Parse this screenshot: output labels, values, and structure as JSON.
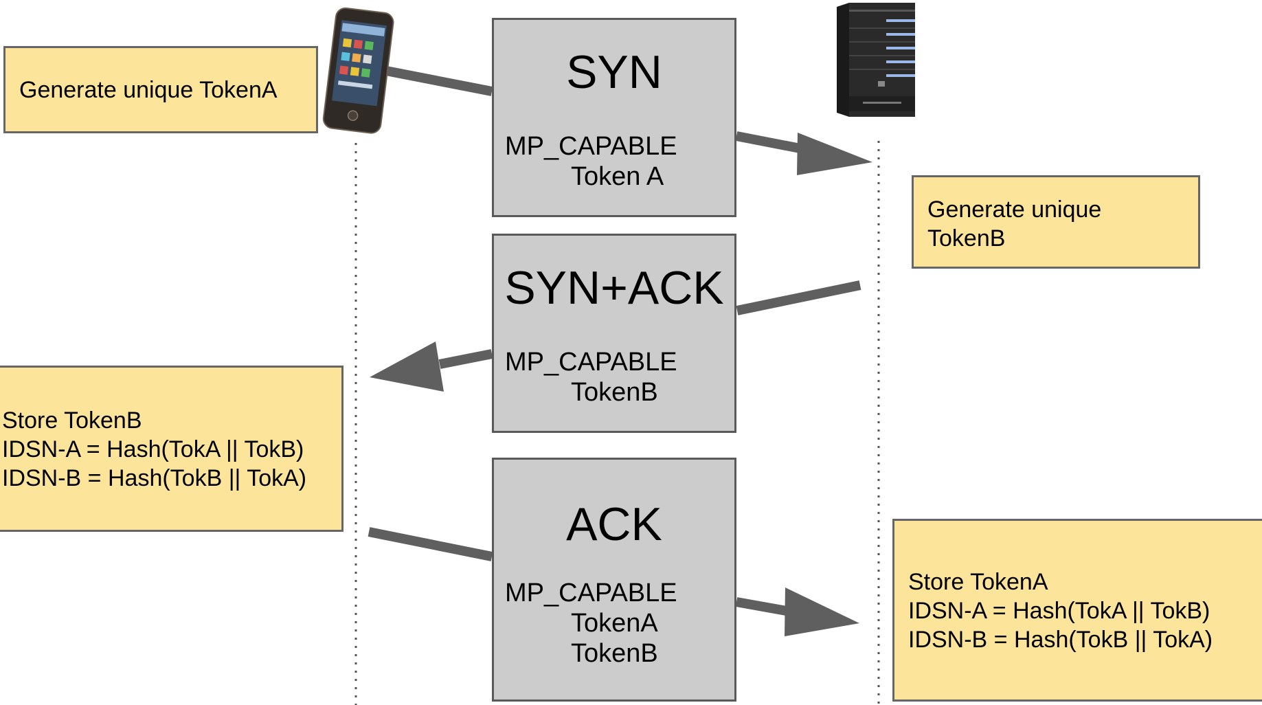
{
  "notes": {
    "client_generate": [
      "Generate unique TokenA"
    ],
    "server_generate": [
      "Generate unique",
      "TokenB"
    ],
    "client_store": [
      "Store TokenB",
      "IDSN-A = Hash(TokA || TokB)",
      "IDSN-B = Hash(TokB || TokA)"
    ],
    "server_store": [
      "Store TokenA",
      "IDSN-A = Hash(TokA || TokB)",
      "IDSN-B = Hash(TokB || TokA)"
    ]
  },
  "messages": {
    "syn": {
      "title": "SYN",
      "option": "MP_CAPABLE",
      "tokens": [
        "Token A"
      ]
    },
    "synack": {
      "title": "SYN+ACK",
      "option": "MP_CAPABLE",
      "tokens": [
        "TokenB"
      ]
    },
    "ack": {
      "title": "ACK",
      "option": "MP_CAPABLE",
      "tokens": [
        "TokenA",
        "TokenB"
      ]
    }
  },
  "icons": {
    "client": "smartphone-icon",
    "server": "server-tower-icon"
  },
  "colors": {
    "note_fill": "#fde49b",
    "note_border": "#666666",
    "message_fill": "#cccccc",
    "message_border": "#595959",
    "arrow": "#5f5f5f",
    "lifeline": "#555555"
  }
}
